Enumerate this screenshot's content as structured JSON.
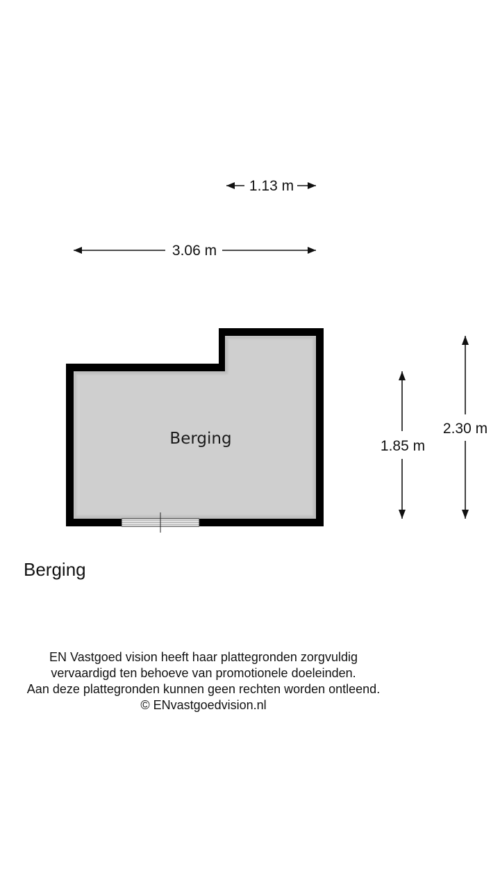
{
  "floorplan": {
    "room": {
      "label": "Berging"
    },
    "dimensions": {
      "top_width": "1.13 m",
      "total_width": "3.06 m",
      "left_height": "1.85 m",
      "total_height": "2.30 m"
    }
  },
  "floor_label": "Berging",
  "disclaimer": {
    "lines": [
      "EN Vastgoed vision heeft haar plattegronden zorgvuldig",
      "vervaardigd ten behoeve van promotionele doeleinden.",
      "Aan deze plattegronden kunnen geen rechten worden ontleend.",
      "© ENvastgoedvision.nl"
    ]
  },
  "colors": {
    "wall": "#000000",
    "floor": "#cfcfcf",
    "line": "#111111"
  }
}
